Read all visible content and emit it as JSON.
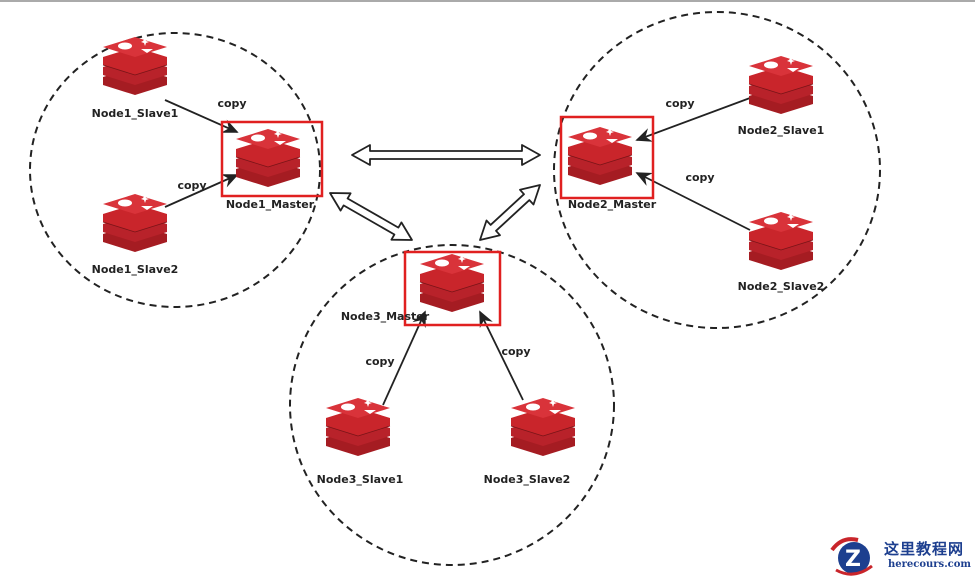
{
  "diagram": {
    "nodes": [
      {
        "id": "n1s1",
        "label": "Node1_Slave1",
        "role": "slave",
        "cluster": 1
      },
      {
        "id": "n1m",
        "label": "Node1_Master",
        "role": "master",
        "cluster": 1
      },
      {
        "id": "n1s2",
        "label": "Node1_Slave2",
        "role": "slave",
        "cluster": 1
      },
      {
        "id": "n2m",
        "label": "Node2_Master",
        "role": "master",
        "cluster": 2
      },
      {
        "id": "n2s1",
        "label": "Node2_Slave1",
        "role": "slave",
        "cluster": 2
      },
      {
        "id": "n2s2",
        "label": "Node2_Slave2",
        "role": "slave",
        "cluster": 2
      },
      {
        "id": "n3m",
        "label": "Node3_Master",
        "role": "master",
        "cluster": 3
      },
      {
        "id": "n3s1",
        "label": "Node3_Slave1",
        "role": "slave",
        "cluster": 3
      },
      {
        "id": "n3s2",
        "label": "Node3_Slave2",
        "role": "slave",
        "cluster": 3
      }
    ],
    "replication_edges": [
      {
        "from": "n1s1",
        "to": "n1m",
        "label": "copy"
      },
      {
        "from": "n1s2",
        "to": "n1m",
        "label": "copy"
      },
      {
        "from": "n2s1",
        "to": "n2m",
        "label": "copy"
      },
      {
        "from": "n2s2",
        "to": "n2m",
        "label": "copy"
      },
      {
        "from": "n3s1",
        "to": "n3m",
        "label": "copy"
      },
      {
        "from": "n3s2",
        "to": "n3m",
        "label": "copy"
      }
    ],
    "master_links": [
      {
        "a": "n1m",
        "b": "n2m"
      },
      {
        "a": "n1m",
        "b": "n3m"
      },
      {
        "a": "n2m",
        "b": "n3m"
      }
    ],
    "colors": {
      "redis_red": "#c9252b",
      "highlight_box": "#e02020",
      "line": "#222222"
    },
    "icon": "redis-logo-icon"
  },
  "watermark": {
    "cn": "这里教程网",
    "en": "herecours.com"
  }
}
